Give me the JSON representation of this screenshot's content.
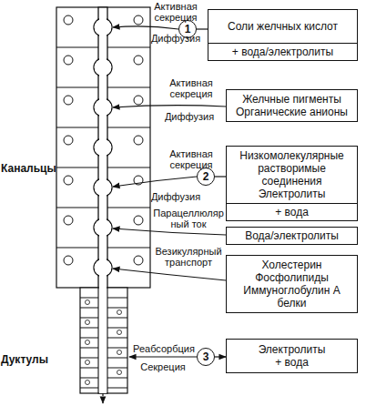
{
  "diagram": {
    "nodes": [
      {
        "text": [
          "1"
        ]
      },
      {
        "text": [
          "Соли желчных кислот",
          "+ вода/электролиты"
        ]
      },
      {
        "text": [
          "Желчные пигменты",
          "Органические анионы"
        ]
      },
      {
        "text": [
          "2"
        ]
      },
      {
        "text": [
          "Низкомолекулярные растворимые соединения",
          "Электролиты",
          "+ вода"
        ]
      },
      {
        "text": [
          "Вода/электролиты"
        ]
      },
      {
        "text": [
          "Холестерин",
          "Фосфолипиды",
          "Иммуноглобулин А",
          "белки"
        ]
      },
      {
        "text": [
          "3"
        ]
      },
      {
        "text": [
          "Электролиты",
          "+ вода"
        ]
      }
    ],
    "edges": [
      {
        "from": 1,
        "to": 0,
        "arrow": "none"
      },
      {
        "from": 4,
        "to": 3,
        "arrow": "none"
      },
      {
        "from": 7,
        "to": 8,
        "arrow": "to"
      }
    ],
    "labels": [
      "Активная секреция",
      "Диффузия",
      "Активная секреция",
      "Диффузия",
      "Канальцы",
      "Активная секреция",
      "Диффузия",
      "Парацеллюляр ный ток",
      "Везикулярный транспорт",
      "Реабсорбция",
      "Секреция",
      "Дуктулы"
    ]
  }
}
